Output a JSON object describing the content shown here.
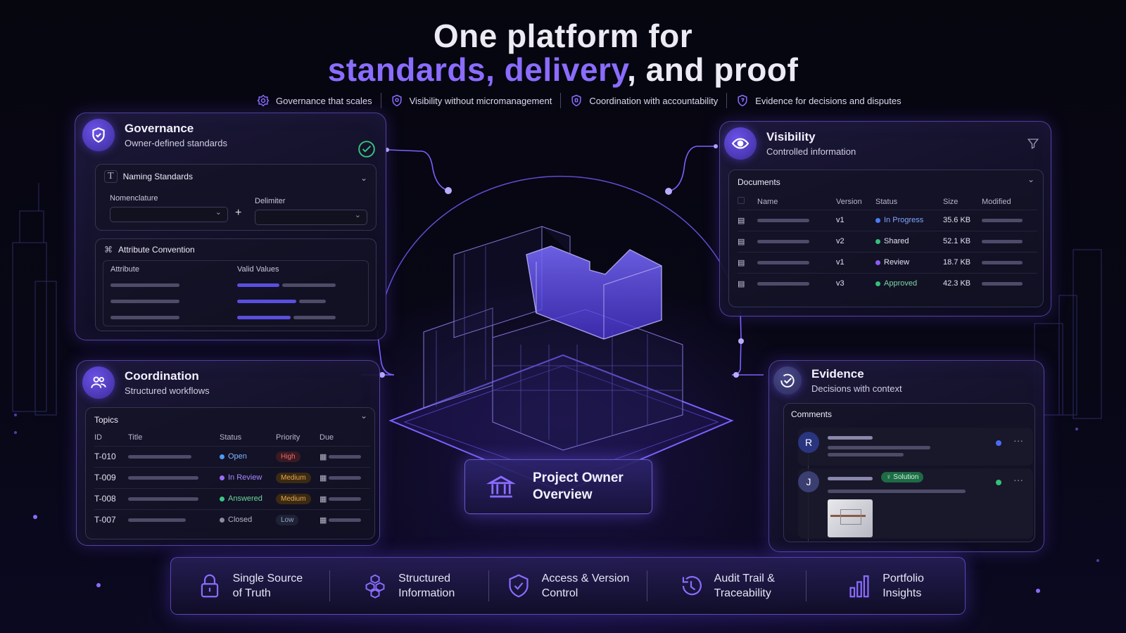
{
  "header": {
    "title_line1": "One platform for",
    "title_accent1": "standards,",
    "title_accent2": "delivery",
    "title_rest": ", and proof"
  },
  "pillars": [
    {
      "icon": "governance-icon",
      "label": "Governance that scales"
    },
    {
      "icon": "visibility-shield-icon",
      "label": "Visibility without micromanagement"
    },
    {
      "icon": "coordination-icon",
      "label": "Coordination with accountability"
    },
    {
      "icon": "evidence-icon",
      "label": "Evidence for decisions and disputes"
    }
  ],
  "governance": {
    "title": "Governance",
    "subtitle": "Owner-defined standards",
    "naming": {
      "title": "Naming Standards",
      "nomenclature_label": "Nomenclature",
      "delimiter_label": "Delimiter",
      "plus": "+"
    },
    "attribute": {
      "title": "Attribute Convention",
      "col_attribute": "Attribute",
      "col_values": "Valid Values"
    }
  },
  "visibility": {
    "title": "Visibility",
    "subtitle": "Controlled information",
    "documents": {
      "title": "Documents",
      "columns": [
        "Name",
        "Version",
        "Status",
        "Size",
        "Modified"
      ],
      "rows": [
        {
          "version": "v1",
          "status": "In Progress",
          "status_color": "#4a7cf5",
          "size": "35.6 KB"
        },
        {
          "version": "v2",
          "status": "Shared",
          "status_color": "#33c07a",
          "size": "52.1 KB"
        },
        {
          "version": "v1",
          "status": "Review",
          "status_color": "#8b5cf6",
          "size": "18.7 KB"
        },
        {
          "version": "v3",
          "status": "Approved",
          "status_color": "#33c07a",
          "size": "42.3 KB"
        }
      ]
    }
  },
  "coordination": {
    "title": "Coordination",
    "subtitle": "Structured workflows",
    "topics": {
      "title": "Topics",
      "columns": [
        "ID",
        "Title",
        "Status",
        "Priority",
        "Due"
      ],
      "rows": [
        {
          "id": "T-010",
          "status": "Open",
          "status_color": "#4a9cf5",
          "priority": "High",
          "priority_color": "#e86a6a",
          "priority_bg": "#3a1a22"
        },
        {
          "id": "T-009",
          "status": "In Review",
          "status_color": "#9b6cf6",
          "priority": "Medium",
          "priority_color": "#e8a64a",
          "priority_bg": "#3a2a14"
        },
        {
          "id": "T-008",
          "status": "Answered",
          "status_color": "#3cc583",
          "priority": "Medium",
          "priority_color": "#e8a64a",
          "priority_bg": "#3a2a14"
        },
        {
          "id": "T-007",
          "status": "Closed",
          "status_color": "#8a8aa0",
          "priority": "Low",
          "priority_color": "#9aa4c0",
          "priority_bg": "#1e2236"
        }
      ]
    }
  },
  "evidence": {
    "title": "Evidence",
    "subtitle": "Decisions with context",
    "comments": {
      "title": "Comments",
      "items": [
        {
          "avatar": "R",
          "status_color": "#4a6cf5",
          "more": "···"
        },
        {
          "avatar": "J",
          "tag": "Solution",
          "status_color": "#33c07a",
          "more": "···"
        }
      ]
    }
  },
  "center": {
    "label_line1": "Project Owner",
    "label_line2": "Overview"
  },
  "features": [
    {
      "icon": "lock-icon",
      "line1": "Single Source",
      "line2": "of Truth"
    },
    {
      "icon": "cubes-icon",
      "line1": "Structured",
      "line2": "Information"
    },
    {
      "icon": "shield-check-icon",
      "line1": "Access & Version",
      "line2": "Control"
    },
    {
      "icon": "history-icon",
      "line1": "Audit Trail &",
      "line2": "Traceability"
    },
    {
      "icon": "bar-chart-icon",
      "line1": "Portfolio",
      "line2": "Insights"
    }
  ],
  "colors": {
    "accent": "#8a6cff",
    "border": "#8269ff",
    "bg": "#06060f"
  }
}
